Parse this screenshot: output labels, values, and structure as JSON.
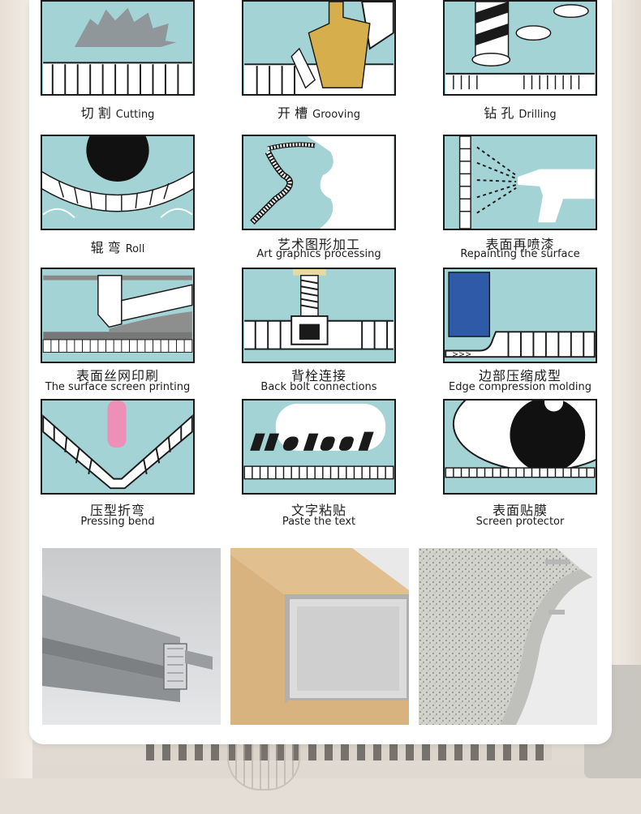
{
  "processes": [
    {
      "zh": "切 割",
      "en": "Cutting",
      "icon": "saw-blade-icon"
    },
    {
      "zh": "开 槽",
      "en": "Grooving",
      "icon": "router-bit-icon"
    },
    {
      "zh": "钻 孔",
      "en": "Drilling",
      "icon": "drill-bit-icon"
    },
    {
      "zh": "辊 弯",
      "en": "Roll",
      "icon": "roller-icon"
    },
    {
      "zh": "艺术图形加工",
      "en": "Art graphics processing",
      "icon": "art-shape-icon"
    },
    {
      "zh": "表面再喷漆",
      "en": "Repainting the surface",
      "icon": "spray-gun-icon"
    },
    {
      "zh": "表面丝网印刷",
      "en": "The surface screen printing",
      "icon": "screen-print-icon"
    },
    {
      "zh": "背栓连接",
      "en": "Back bolt connections",
      "icon": "back-bolt-icon"
    },
    {
      "zh": "边部压缩成型",
      "en": "Edge compression molding",
      "icon": "edge-press-icon"
    },
    {
      "zh": "压型折弯",
      "en": "Pressing bend",
      "icon": "press-bend-icon"
    },
    {
      "zh": "文字粘贴",
      "en": "Paste the text",
      "icon": "text-paste-icon"
    },
    {
      "zh": "表面贴膜",
      "en": "Screen protector",
      "icon": "film-protector-icon"
    }
  ],
  "photos": [
    {
      "name": "grey-u-channel-photo",
      "color": "#9a9c9e"
    },
    {
      "name": "beige-box-profile-photo",
      "color": "#e1bf8e"
    },
    {
      "name": "granite-curved-panel-photo",
      "color": "#cfcfc8"
    }
  ],
  "colors": {
    "illustration_bg": "#a4d3d6",
    "outline": "#1a1a1a",
    "accent_blue": "#2f5aa8",
    "accent_pink": "#ee8fb8",
    "accent_gold": "#d6ae4c"
  }
}
